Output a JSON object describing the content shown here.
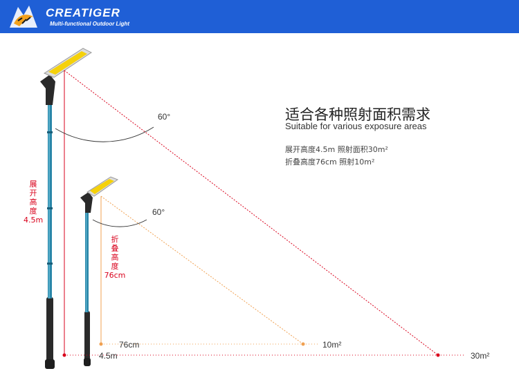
{
  "brand": {
    "name": "CREATIGER",
    "tagline": "Multi-functional Outdoor Light",
    "header_color": "#1f5fd6"
  },
  "heading": {
    "title_cn": "适合各种照射面积需求",
    "title_en": "Suitable for various exposure areas"
  },
  "specs": [
    "展开高度4.5m   照射面积30m²",
    "折叠高度76cm  照射10m²"
  ],
  "tall_pole": {
    "label_chars": [
      "展",
      "开",
      "高",
      "度",
      "4.5m"
    ],
    "angle": "60°",
    "height_label": "4.5m",
    "area_label": "30m²",
    "line_color": "#d9001b"
  },
  "short_pole": {
    "label_chars": [
      "折",
      "叠",
      "高",
      "度",
      "76cm"
    ],
    "angle": "60°",
    "height_label": "76cm",
    "area_label": "10m²",
    "line_color": "#f0a050"
  }
}
